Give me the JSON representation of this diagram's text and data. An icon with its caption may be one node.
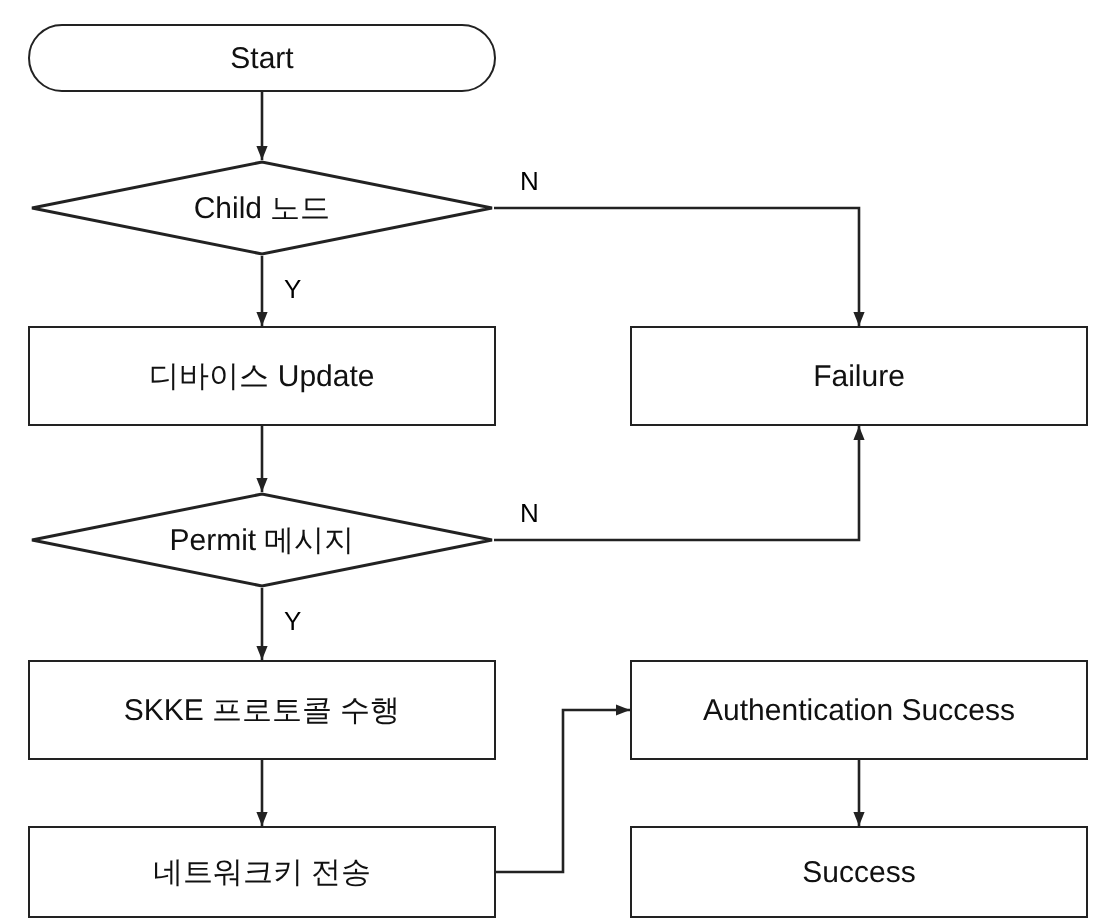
{
  "diagram": {
    "nodes": [
      {
        "text": [
          "Start"
        ]
      },
      {
        "text": [
          "Child 노드"
        ]
      },
      {
        "text": [
          "디바이스 Update"
        ]
      },
      {
        "text": [
          "Failure"
        ]
      },
      {
        "text": [
          "Permit 메시지"
        ]
      },
      {
        "text": [
          "SKKE 프로토콜 수행"
        ]
      },
      {
        "text": [
          "네트워크키 전송"
        ]
      },
      {
        "text": [
          "Authentication Success"
        ]
      },
      {
        "text": [
          "Success"
        ]
      }
    ],
    "edges": [
      {
        "from": 0,
        "to": 1,
        "arrow": "to"
      },
      {
        "from": 1,
        "to": 3,
        "arrow": "to",
        "label": "N"
      },
      {
        "from": 1,
        "to": 2,
        "arrow": "to",
        "label": "Y"
      },
      {
        "from": 2,
        "to": 4,
        "arrow": "to"
      },
      {
        "from": 4,
        "to": 3,
        "arrow": "to",
        "label": "N"
      },
      {
        "from": 4,
        "to": 5,
        "arrow": "to",
        "label": "Y"
      },
      {
        "from": 5,
        "to": 6,
        "arrow": "to"
      },
      {
        "from": 6,
        "to": 7,
        "arrow": "to"
      },
      {
        "from": 7,
        "to": 8,
        "arrow": "to"
      }
    ]
  }
}
